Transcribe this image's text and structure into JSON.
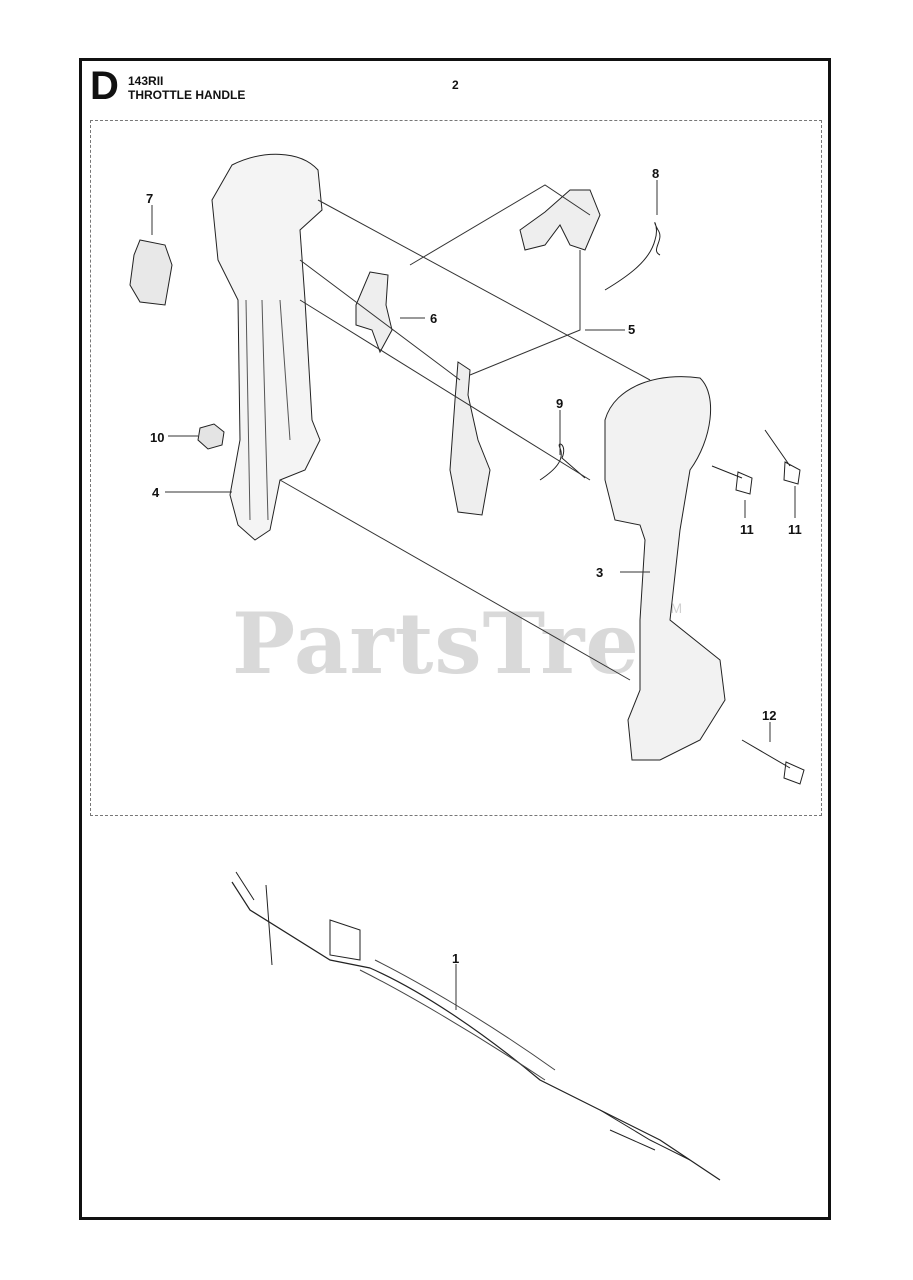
{
  "header": {
    "section_letter": "D",
    "model": "143RII",
    "title": "THROTTLE HANDLE",
    "page_number": "2"
  },
  "watermark": {
    "text": "PartsTree",
    "trademark": "TM"
  },
  "callouts": [
    "7",
    "8",
    "6",
    "5",
    "9",
    "10",
    "4",
    "11",
    "11",
    "3",
    "12",
    "1"
  ]
}
